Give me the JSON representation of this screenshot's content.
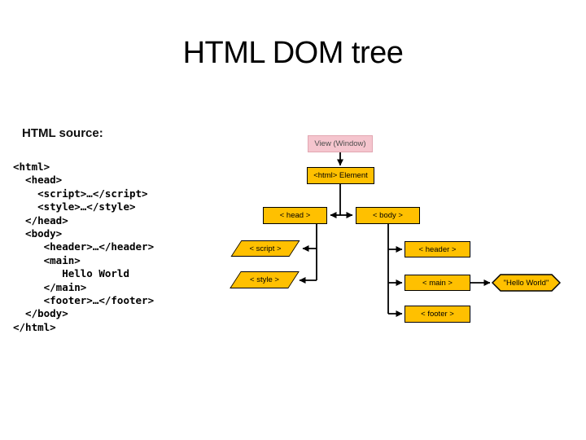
{
  "slide": {
    "title": "HTML DOM tree"
  },
  "source": {
    "heading": "HTML source:",
    "code": "<html>\n  <head>\n    <script>…</script>\n    <style>…</style>\n  </head>\n  <body>\n     <header>…</header>\n     <main>\n        Hello World\n     </main>\n     <footer>…</footer>\n  </body>\n</html>"
  },
  "diagram": {
    "nodes": {
      "view": {
        "label": "View (Window)",
        "shape": "rect"
      },
      "html": {
        "label": "<html> Element",
        "shape": "rect"
      },
      "head": {
        "label": "< head >",
        "shape": "rect"
      },
      "body": {
        "label": "< body >",
        "shape": "rect"
      },
      "script": {
        "label": "< script >",
        "shape": "parallelogram"
      },
      "style": {
        "label": "< style >",
        "shape": "parallelogram"
      },
      "header": {
        "label": "< header >",
        "shape": "rect"
      },
      "main": {
        "label": "< main >",
        "shape": "rect"
      },
      "footer": {
        "label": "< footer >",
        "shape": "rect"
      },
      "hello": {
        "label": "\"Hello World\"",
        "shape": "hexagon"
      }
    },
    "colors": {
      "node_fill": "#ffc000",
      "node_border": "#000000",
      "view_fill": "#f5c5ce",
      "view_border": "#e2a7b2",
      "connector": "#000000",
      "background": "#ffffff"
    }
  }
}
